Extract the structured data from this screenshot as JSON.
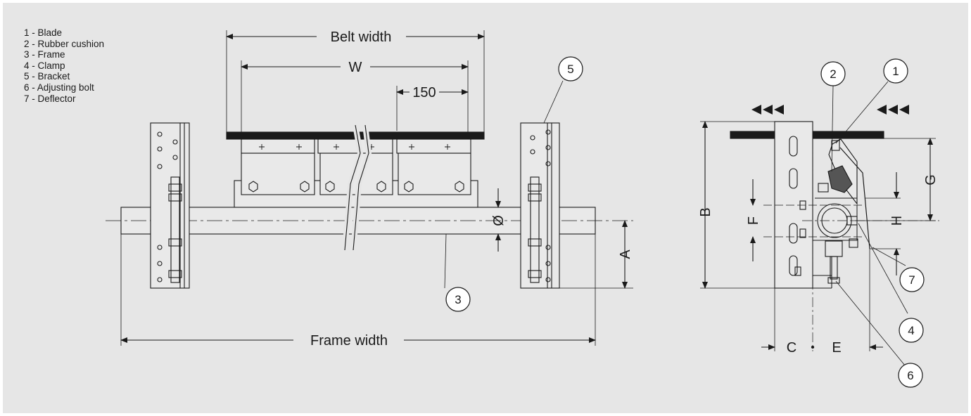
{
  "legend": [
    {
      "num": "1",
      "text": "1 - Blade"
    },
    {
      "num": "2",
      "text": "2 - Rubber cushion"
    },
    {
      "num": "3",
      "text": "3 - Frame"
    },
    {
      "num": "4",
      "text": "4 - Clamp"
    },
    {
      "num": "5",
      "text": "5 - Bracket"
    },
    {
      "num": "6",
      "text": "6 - Adjusting bolt"
    },
    {
      "num": "7",
      "text": "7 - Deflector"
    }
  ],
  "dimensions": {
    "belt_width": "Belt width",
    "w": "W",
    "spacing": "150",
    "diameter": "Ø",
    "a": "A",
    "frame_width": "Frame width",
    "b": "B",
    "c": "C",
    "e": "E",
    "f": "F",
    "g": "G",
    "h": "H"
  },
  "callouts": {
    "c1": "1",
    "c2": "2",
    "c3": "3",
    "c4": "4",
    "c5": "5",
    "c6": "6",
    "c7": "7"
  },
  "colors": {
    "background": "#e6e6e6",
    "line": "#1a1a1a",
    "belt": "#1a1a1a",
    "cushion": "#555555"
  }
}
